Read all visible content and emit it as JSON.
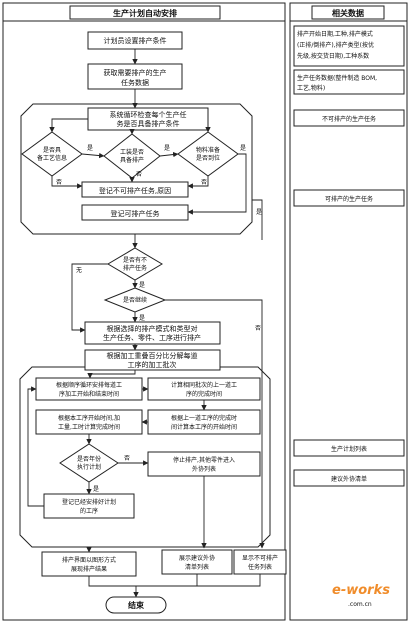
{
  "headers": {
    "left": "生产计划自动安排",
    "right": "相关数据"
  },
  "steps": {
    "set_conditions": "计划员设置排产条件",
    "get_tasks": [
      "获取需要排产的生产",
      "任务数据"
    ],
    "loop_check": [
      "系统循环检查每个生产任",
      "务是否具备排产条件"
    ],
    "tech_info": [
      "是否具",
      "备工艺信息"
    ],
    "tooling": [
      "工装是否",
      "具备排产"
    ],
    "material": [
      "物料准备",
      "是否到位"
    ],
    "record_unschedulable": "登记不可排产任务,原因",
    "record_schedulable": "登记可排产任务",
    "any_schedulable": [
      "是否有不",
      "排产任务"
    ],
    "continue_q": "是否继续",
    "schedule_by_mode": [
      "根据选择的排产模式和类型对",
      "生产任务、零件、工序进行排产"
    ],
    "split_batches": [
      "根据加工重叠百分比分解每道",
      "工序的加工批次"
    ],
    "schedule_procs": [
      "根据顺序循环安排每道工",
      "序加工开始和结束时间"
    ],
    "calc_prev": [
      "计算相同批次的上一道工",
      "序的完成时间"
    ],
    "calc_end": [
      "根据本工序开始时间,加",
      "工量,工时计算完成时间"
    ],
    "calc_start": [
      "根据上一道工序的完成时",
      "间计算本工序的开始时间"
    ],
    "can_execute": [
      "是否年份",
      "执行计划"
    ],
    "stop_ops": [
      "停止排产,其他零件进入",
      "外协列表"
    ],
    "record_done": [
      "登记已经安排好计划",
      "的工序"
    ],
    "show_results": [
      "排产界面以图形方式",
      "展现排产结果"
    ],
    "show_outsource": [
      "展示建议外协",
      "清单列表"
    ],
    "show_unschedulable": [
      "显示不可排产",
      "任务列表"
    ],
    "end": "结束"
  },
  "labels": {
    "yes": "是",
    "no": "否",
    "none": "无"
  },
  "data_items": {
    "scheduling_params": [
      "排产开始日期,工种,排产模式",
      "(正排/倒排产),排产类型(按优",
      "先级,按交货日期),工种系数"
    ],
    "task_data": [
      "生产任务数据(整件制造 BOM,",
      "工艺,物料)"
    ],
    "unschedulable_tasks": "不可排产的生产任务",
    "schedulable_tasks": "可排产的生产任务",
    "plan_list": "生产计划列表",
    "outsource_list": "建议外协清单"
  },
  "watermark": {
    "brand": "e-works",
    "domain": ".com.cn"
  }
}
